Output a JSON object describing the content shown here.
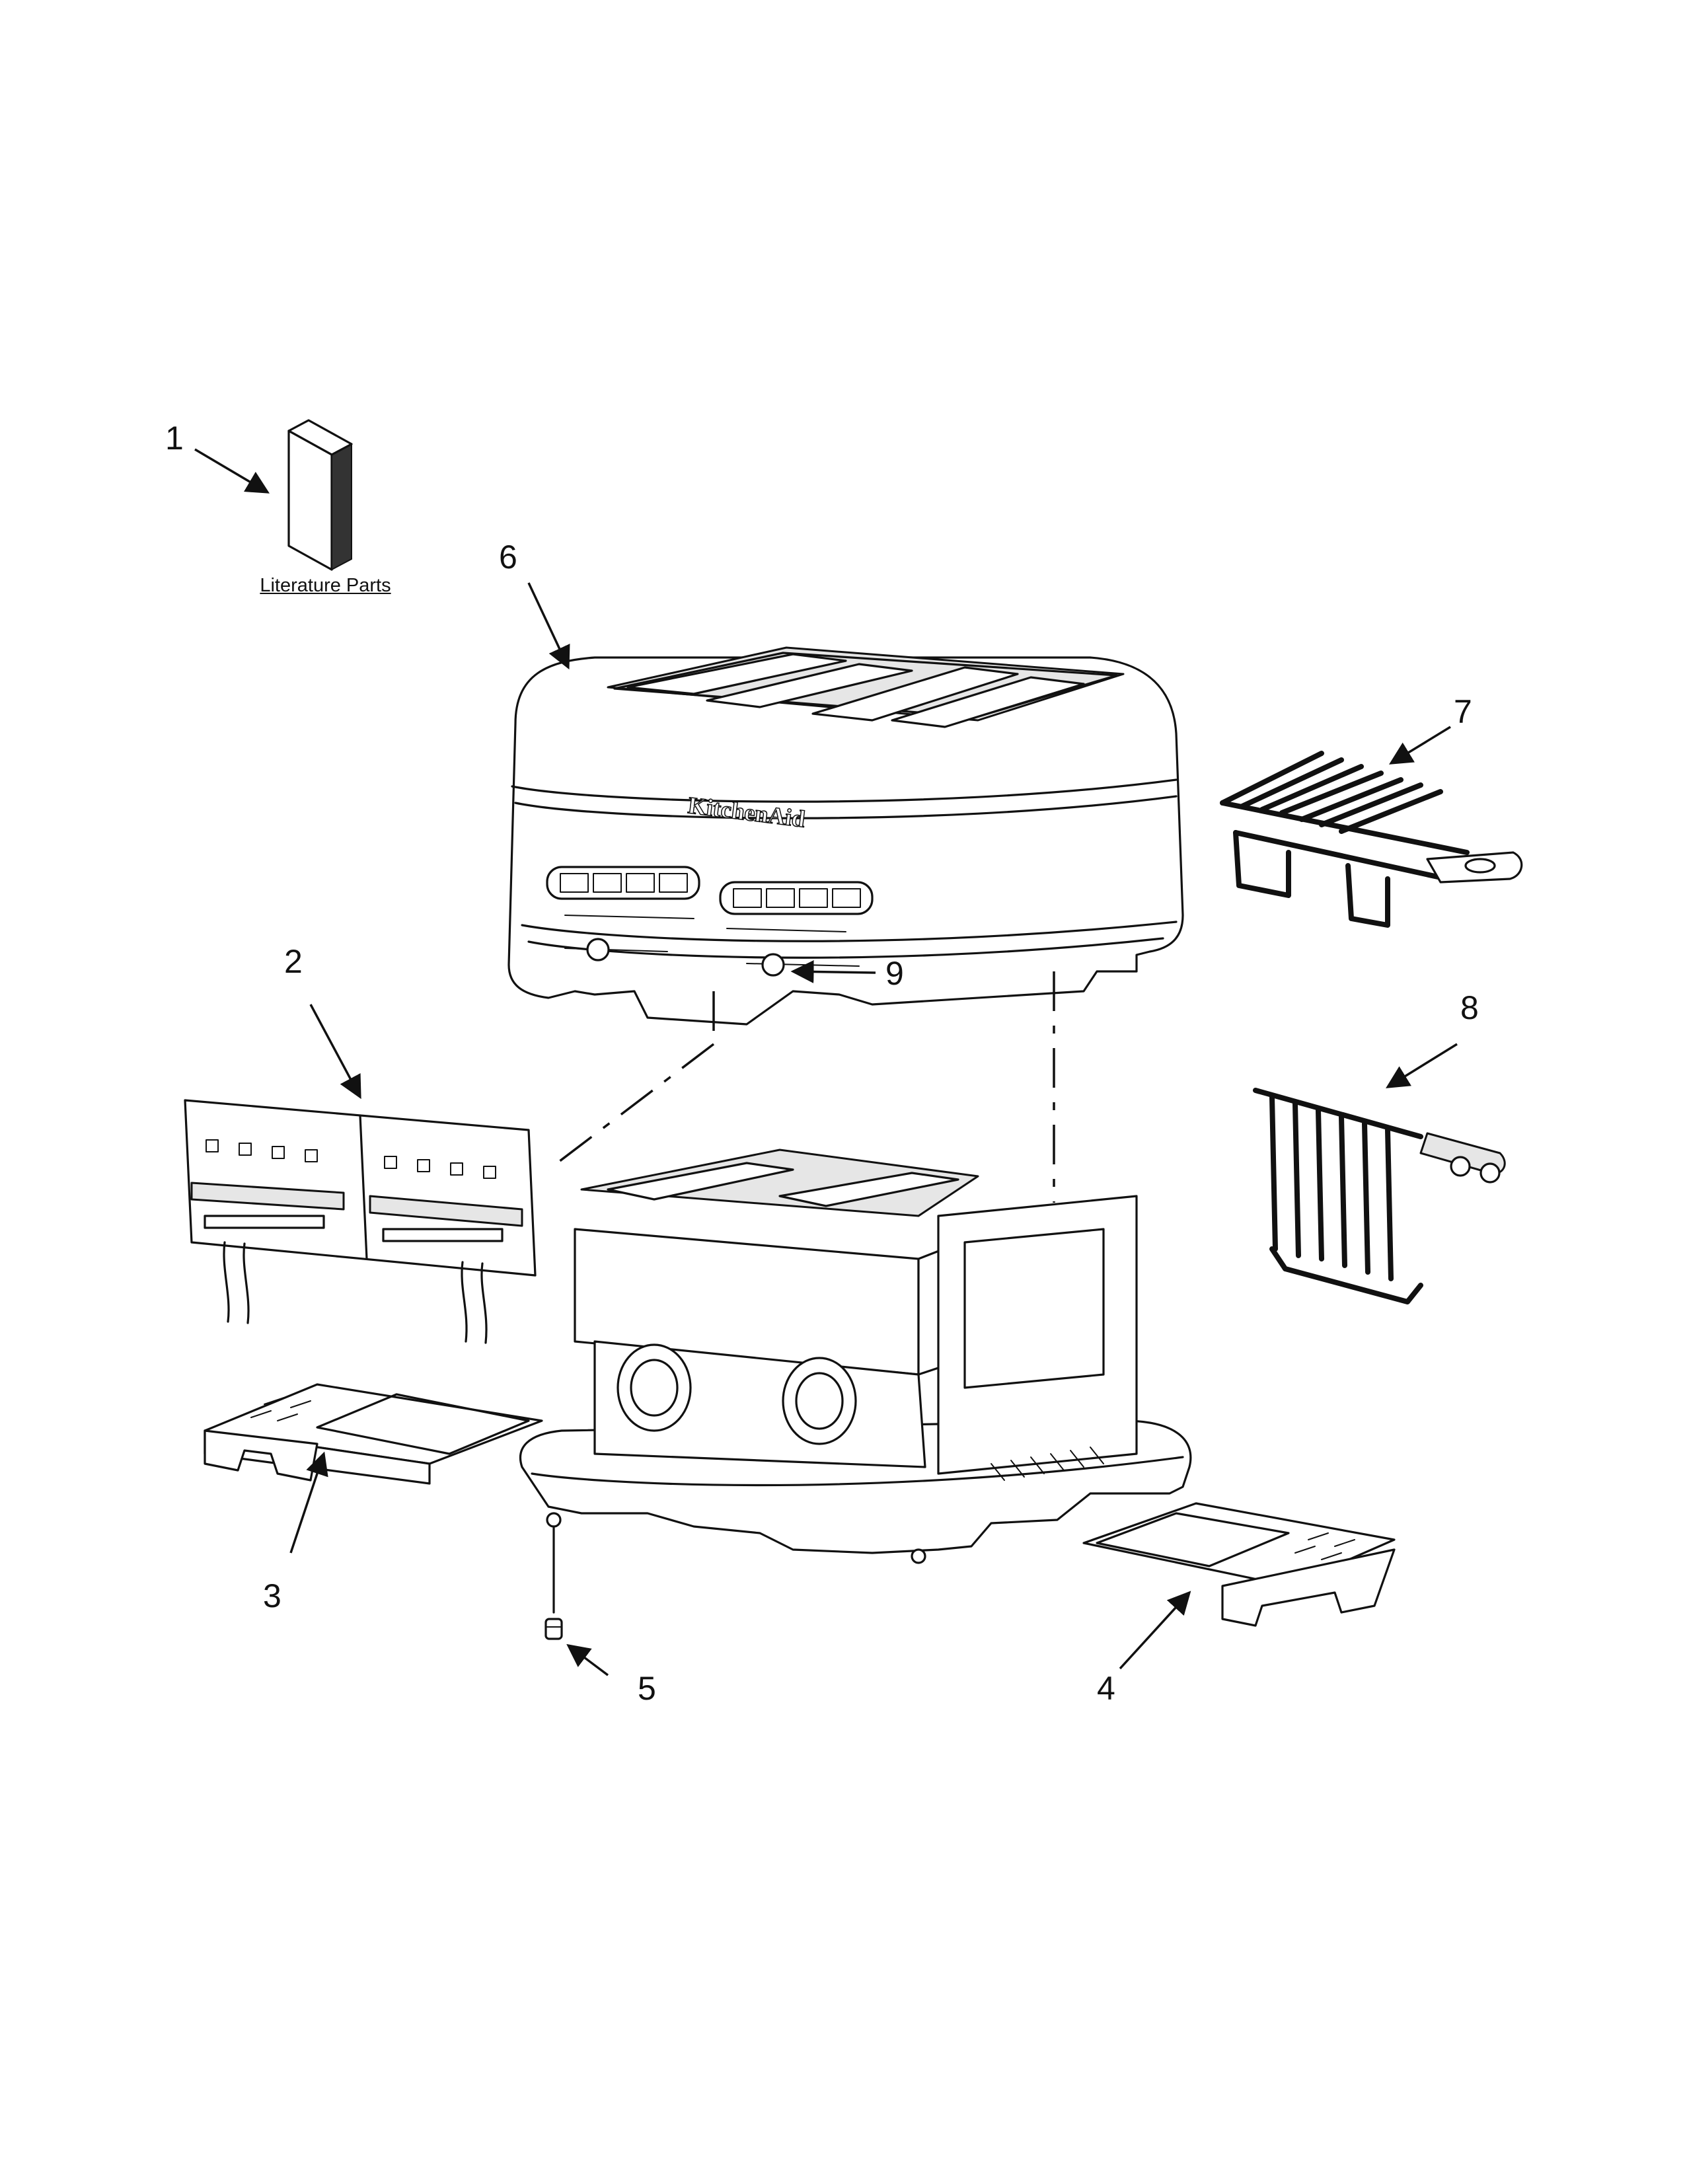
{
  "callouts": [
    {
      "id": "1",
      "label": "1"
    },
    {
      "id": "2",
      "label": "2"
    },
    {
      "id": "3",
      "label": "3"
    },
    {
      "id": "4",
      "label": "4"
    },
    {
      "id": "5",
      "label": "5"
    },
    {
      "id": "6",
      "label": "6"
    },
    {
      "id": "7",
      "label": "7"
    },
    {
      "id": "8",
      "label": "8"
    },
    {
      "id": "9",
      "label": "9"
    }
  ],
  "literature_label": "Literature Parts",
  "brand_logo_text": "KitchenAid",
  "colors": {
    "line": "#111111",
    "background": "#ffffff",
    "shade": "#e6e6e6"
  }
}
